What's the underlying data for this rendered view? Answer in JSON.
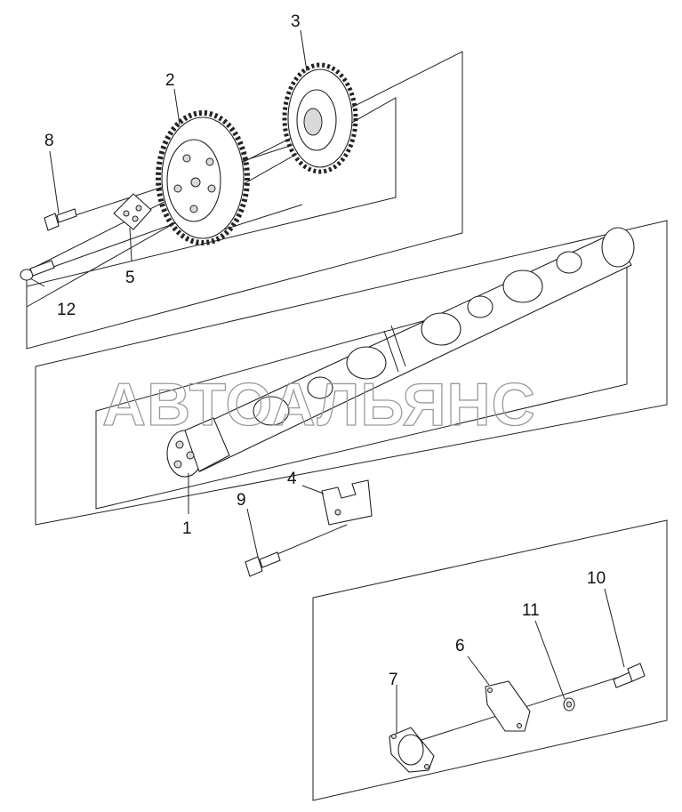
{
  "watermark": "АВТОАЛЬЯНС",
  "callouts": {
    "c1": "1",
    "c2": "2",
    "c3": "3",
    "c4": "4",
    "c5": "5",
    "c6": "6",
    "c7": "7",
    "c8": "8",
    "c9": "9",
    "c10": "10",
    "c11": "11",
    "c12": "12"
  }
}
